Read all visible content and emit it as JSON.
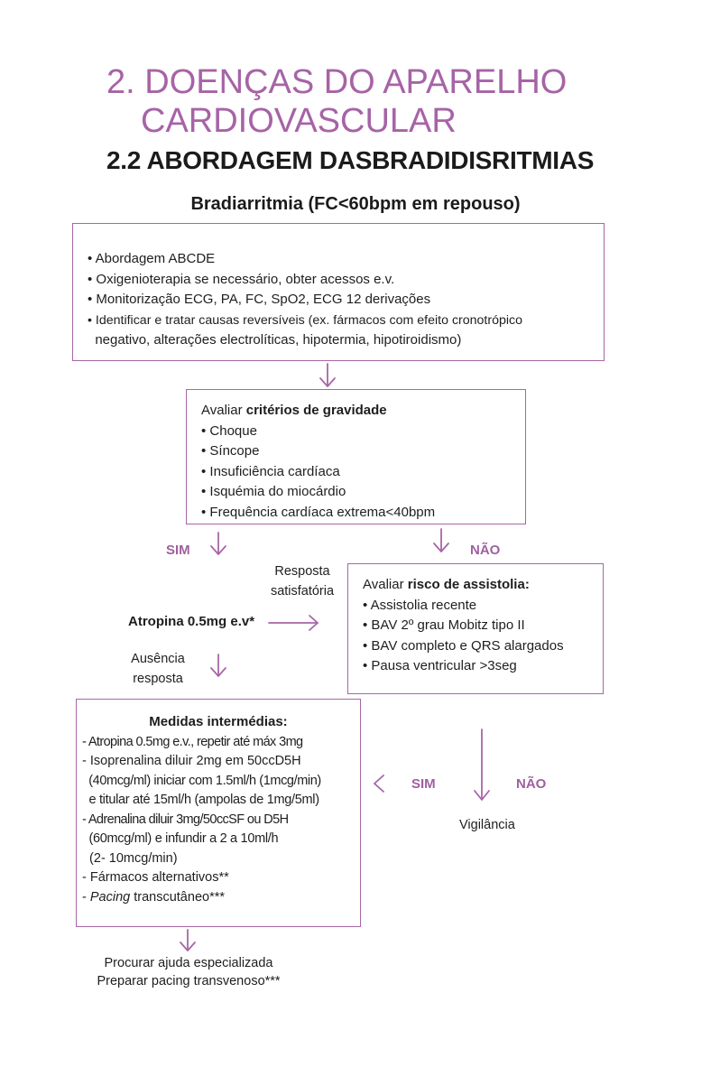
{
  "header": {
    "chapter_line1": "2. DOENÇAS DO APARELHO",
    "chapter_line2": "CARDIOVASCULAR",
    "section_title": "2.2 ABORDAGEM DASBRADIDISRITMIAS",
    "subtitle": "Bradiarritmia (FC<60bpm em repouso)"
  },
  "box1": {
    "items": [
      "• Abordagem ABCDE",
      "• Oxigenioterapia se necessário, obter acessos e.v.",
      "• Monitorização ECG, PA, FC, SpO2, ECG 12 derivações",
      "• Identificar e tratar causas reversíveis (ex. fármacos com efeito cronotrópico",
      "  negativo, alterações electrolíticas, hipotermia, hipotiroidismo)"
    ]
  },
  "box2": {
    "heading_prefix": "Avaliar ",
    "heading_bold": "critérios de gravidade",
    "items": [
      "• Choque",
      "• Síncope",
      "• Insuficiência cardíaca",
      "• Isquémia do miocárdio",
      "• Frequência cardíaca extrema<40bpm"
    ]
  },
  "labels": {
    "sim_left": "SIM",
    "nao_right": "NÃO",
    "resposta_line1": "Resposta",
    "resposta_line2": "satisfatória",
    "atropina": "Atropina 0.5mg e.v*",
    "ausencia_line1": "Ausência",
    "ausencia_line2": "resposta",
    "sim_mid": "SIM",
    "nao_mid": "NÃO",
    "vigilancia": "Vigilância",
    "procurar_line1": "Procurar ajuda especializada",
    "procurar_line2": "Preparar pacing transvenoso***"
  },
  "box3": {
    "heading_prefix": "Avaliar ",
    "heading_bold": "risco de assistolia:",
    "items": [
      "• Assistolia recente",
      "• BAV 2º grau Mobitz tipo II",
      "• BAV completo e QRS alargados",
      "• Pausa ventricular >3seg"
    ]
  },
  "box4": {
    "heading": "Medidas intermédias:",
    "items": [
      "- Atropina 0.5mg e.v., repetir até máx 3mg",
      "- Isoprenalina diluir 2mg em 50ccD5H",
      "  (40mcg/ml) iniciar com 1.5ml/h (1mcg/min)",
      "  e titular até 15ml/h (ampolas de 1mg/5ml)",
      "- Adrenalina diluir 3mg/50ccSF ou D5H",
      "  (60mcg/ml) e infundir a 2 a 10ml/h",
      "  (2- 10mcg/min)",
      "- Fármacos alternativos**"
    ],
    "last_prefix": "- ",
    "last_italic": "Pacing",
    "last_suffix": " transcutâneo***"
  },
  "colors": {
    "accent": "#a866a6",
    "text": "#1e1e1e"
  }
}
